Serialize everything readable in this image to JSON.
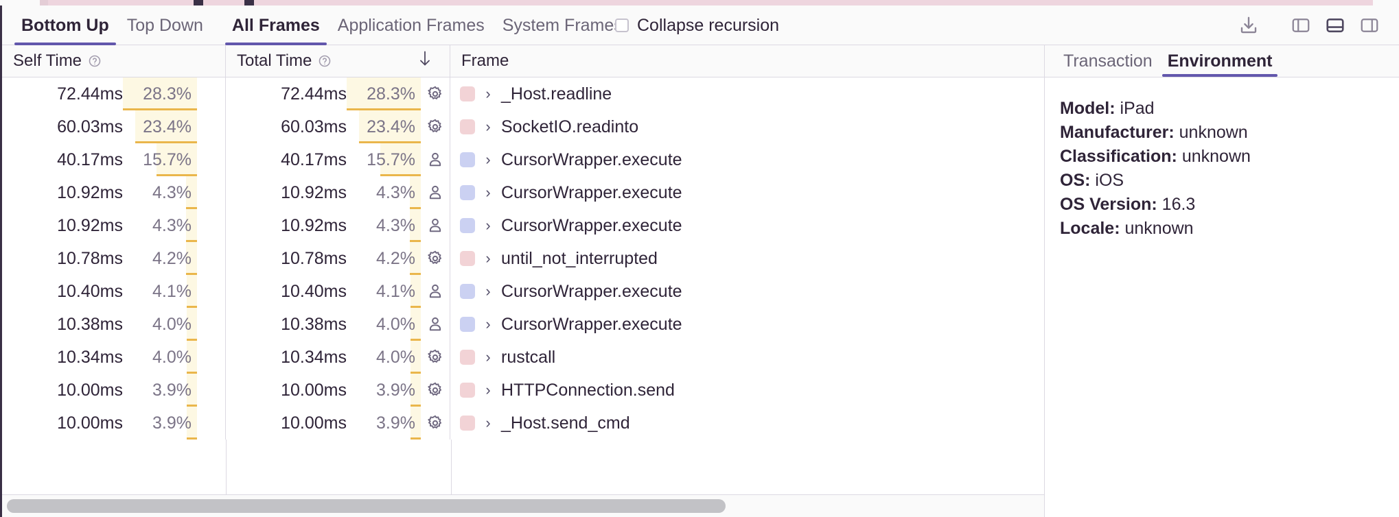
{
  "colors": {
    "accent": "#6257ac",
    "bar_fill": "#fdf8e3",
    "bar_line": "#eab64b",
    "swatch_system": "#f2d3d6",
    "swatch_application": "#cbd1f2",
    "flame_strip": "#eed5de",
    "text_primary": "#2f2438",
    "text_muted": "#7b7487"
  },
  "toolbar": {
    "tabs": [
      {
        "label": "Bottom Up",
        "active": true
      },
      {
        "label": "Top Down",
        "active": false
      },
      {
        "label": "All Frames",
        "active": true
      },
      {
        "label": "Application Frames",
        "active": false
      },
      {
        "label": "System Frames",
        "active": false
      }
    ],
    "collapse_recursion": {
      "label": "Collapse recursion",
      "checked": false
    },
    "icons": [
      {
        "name": "download-icon",
        "title": "Export"
      },
      {
        "name": "layout-left-panel-icon",
        "title": "Left panel",
        "selected": false
      },
      {
        "name": "layout-bottom-panel-icon",
        "title": "Bottom panel",
        "selected": true
      },
      {
        "name": "layout-right-panel-icon",
        "title": "Right panel",
        "selected": false
      }
    ]
  },
  "table": {
    "columns": [
      {
        "key": "self_time",
        "label": "Self Time",
        "help": true,
        "sorted": false
      },
      {
        "key": "total_time",
        "label": "Total Time",
        "help": true,
        "sorted": true,
        "sort_dir": "desc",
        "sort_glyph": "↓"
      },
      {
        "key": "frame",
        "label": "Frame",
        "help": false,
        "sorted": false
      }
    ],
    "rows": [
      {
        "self_time": "72.44ms",
        "self_pct": "28.3%",
        "self_pct_value": 28.3,
        "total_time": "72.44ms",
        "total_pct": "28.3%",
        "total_pct_value": 28.3,
        "kind": "system",
        "kind_icon": "gear-icon",
        "swatch": "#f2d3d6",
        "chevron": "›",
        "frame": "_Host.readline"
      },
      {
        "self_time": "60.03ms",
        "self_pct": "23.4%",
        "self_pct_value": 23.4,
        "total_time": "60.03ms",
        "total_pct": "23.4%",
        "total_pct_value": 23.4,
        "kind": "system",
        "kind_icon": "gear-icon",
        "swatch": "#f2d3d6",
        "chevron": "›",
        "frame": "SocketIO.readinto"
      },
      {
        "self_time": "40.17ms",
        "self_pct": "15.7%",
        "self_pct_value": 15.7,
        "total_time": "40.17ms",
        "total_pct": "15.7%",
        "total_pct_value": 15.7,
        "kind": "application",
        "kind_icon": "person-icon",
        "swatch": "#cbd1f2",
        "chevron": "›",
        "frame": "CursorWrapper.execute"
      },
      {
        "self_time": "10.92ms",
        "self_pct": "4.3%",
        "self_pct_value": 4.3,
        "total_time": "10.92ms",
        "total_pct": "4.3%",
        "total_pct_value": 4.3,
        "kind": "application",
        "kind_icon": "person-icon",
        "swatch": "#cbd1f2",
        "chevron": "›",
        "frame": "CursorWrapper.execute"
      },
      {
        "self_time": "10.92ms",
        "self_pct": "4.3%",
        "self_pct_value": 4.3,
        "total_time": "10.92ms",
        "total_pct": "4.3%",
        "total_pct_value": 4.3,
        "kind": "application",
        "kind_icon": "person-icon",
        "swatch": "#cbd1f2",
        "chevron": "›",
        "frame": "CursorWrapper.execute"
      },
      {
        "self_time": "10.78ms",
        "self_pct": "4.2%",
        "self_pct_value": 4.2,
        "total_time": "10.78ms",
        "total_pct": "4.2%",
        "total_pct_value": 4.2,
        "kind": "system",
        "kind_icon": "gear-icon",
        "swatch": "#f2d3d6",
        "chevron": "›",
        "frame": "until_not_interrupted"
      },
      {
        "self_time": "10.40ms",
        "self_pct": "4.1%",
        "self_pct_value": 4.1,
        "total_time": "10.40ms",
        "total_pct": "4.1%",
        "total_pct_value": 4.1,
        "kind": "application",
        "kind_icon": "person-icon",
        "swatch": "#cbd1f2",
        "chevron": "›",
        "frame": "CursorWrapper.execute"
      },
      {
        "self_time": "10.38ms",
        "self_pct": "4.0%",
        "self_pct_value": 4.0,
        "total_time": "10.38ms",
        "total_pct": "4.0%",
        "total_pct_value": 4.0,
        "kind": "application",
        "kind_icon": "person-icon",
        "swatch": "#cbd1f2",
        "chevron": "›",
        "frame": "CursorWrapper.execute"
      },
      {
        "self_time": "10.34ms",
        "self_pct": "4.0%",
        "self_pct_value": 4.0,
        "total_time": "10.34ms",
        "total_pct": "4.0%",
        "total_pct_value": 4.0,
        "kind": "system",
        "kind_icon": "gear-icon",
        "swatch": "#f2d3d6",
        "chevron": "›",
        "frame": "rustcall"
      },
      {
        "self_time": "10.00ms",
        "self_pct": "3.9%",
        "self_pct_value": 3.9,
        "total_time": "10.00ms",
        "total_pct": "3.9%",
        "total_pct_value": 3.9,
        "kind": "system",
        "kind_icon": "gear-icon",
        "swatch": "#f2d3d6",
        "chevron": "›",
        "frame": "HTTPConnection.send"
      },
      {
        "self_time": "10.00ms",
        "self_pct": "3.9%",
        "self_pct_value": 3.9,
        "total_time": "10.00ms",
        "total_pct": "3.9%",
        "total_pct_value": 3.9,
        "kind": "system",
        "kind_icon": "gear-icon",
        "swatch": "#f2d3d6",
        "chevron": "›",
        "frame": "_Host.send_cmd"
      }
    ]
  },
  "details": {
    "tabs": [
      {
        "label": "Transaction",
        "active": false
      },
      {
        "label": "Environment",
        "active": true
      }
    ],
    "environment": [
      {
        "key": "Model:",
        "value": "iPad"
      },
      {
        "key": "Manufacturer:",
        "value": "unknown"
      },
      {
        "key": "Classification:",
        "value": "unknown"
      },
      {
        "key": "OS:",
        "value": "iOS"
      },
      {
        "key": "OS Version:",
        "value": "16.3"
      },
      {
        "key": "Locale:",
        "value": "unknown"
      }
    ]
  },
  "scrollbar": {
    "orientation": "horizontal",
    "thumb_fraction": 0.69
  }
}
